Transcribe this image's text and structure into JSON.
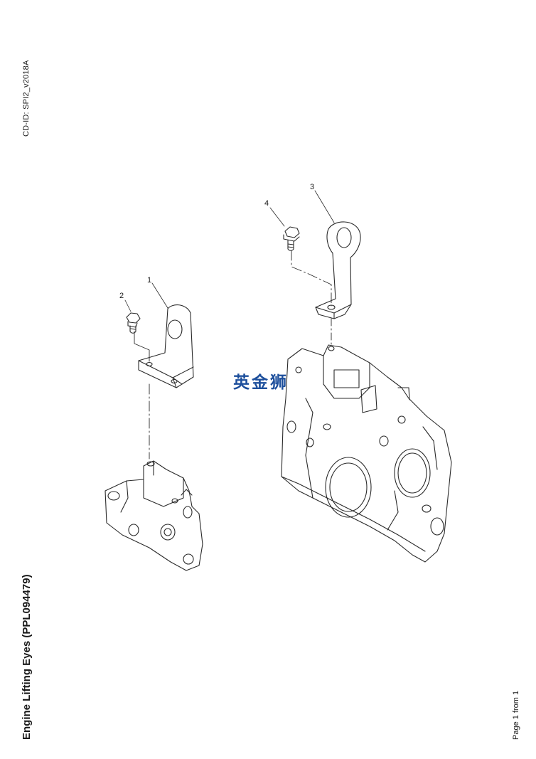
{
  "header": {
    "cd_id": "CD-ID: SPI2_v2018A"
  },
  "footer": {
    "title": "Engine Lifting Eyes (PPL094479)",
    "page": "Page 1 from 1"
  },
  "watermark": {
    "text": "英金狮",
    "color": "#1d4f9c"
  },
  "callouts": [
    {
      "num": "1",
      "part": "front lifting bracket"
    },
    {
      "num": "2",
      "part": "bolt"
    },
    {
      "num": "3",
      "part": "rear lifting eye"
    },
    {
      "num": "4",
      "part": "flanged bolt"
    }
  ]
}
